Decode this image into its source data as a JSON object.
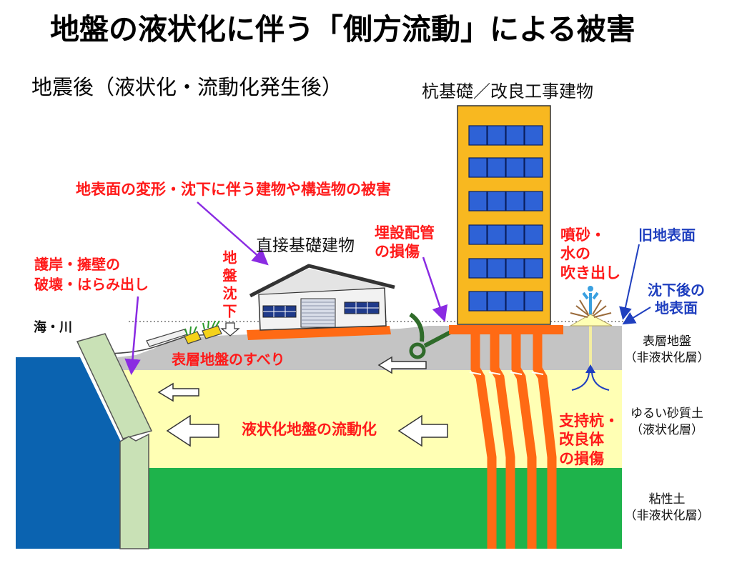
{
  "title": "地盤の液状化に伴う「側方流動」による被害",
  "subtitle": "地震後（液状化・流動化発生後）",
  "labels": {
    "pile_building": "杭基礎／改良工事建物",
    "surface_damage": "地表面の変形・沈下に伴う建物や構造物の被害",
    "direct_building": "直接基礎建物",
    "pipe_damage": [
      "埋設配管",
      "の損傷"
    ],
    "sand_boil": [
      "噴砂・",
      "水の",
      "吹き出し"
    ],
    "old_surface": "旧地表面",
    "settled_surface": [
      "沈下後の",
      "地表面"
    ],
    "revetment": [
      "護岸・擁壁の",
      "破壊・はらみ出し"
    ],
    "sea_river": "海・川",
    "subsidence": "地盤沈下",
    "surface_slide": "表層地盤のすべり",
    "flow": "液状化地盤の流動化",
    "pile_damage": [
      "支持杭・",
      "改良体",
      "の損傷"
    ]
  },
  "layers": [
    {
      "name": "表層地盤",
      "note": "（非液状化層）"
    },
    {
      "name": "ゆるい砂質土",
      "note": "（液状化層）"
    },
    {
      "name": "粘性土",
      "note": "（非液状化層）"
    }
  ],
  "colors": {
    "sea": "#0b63b0",
    "surface_layer": "#c4c4c4",
    "sand_layer": "#ffffb4",
    "clay_layer": "#1eb34b",
    "wall": "#c9e1b6",
    "building": "#f8b820",
    "window": "#2e62d6",
    "foundation": "#ff6a14",
    "pipe": "#2f6b2a",
    "damage_text": "#ff1a1a",
    "surface_text": "#1f3fbf",
    "pointer": "#8a2be2"
  }
}
